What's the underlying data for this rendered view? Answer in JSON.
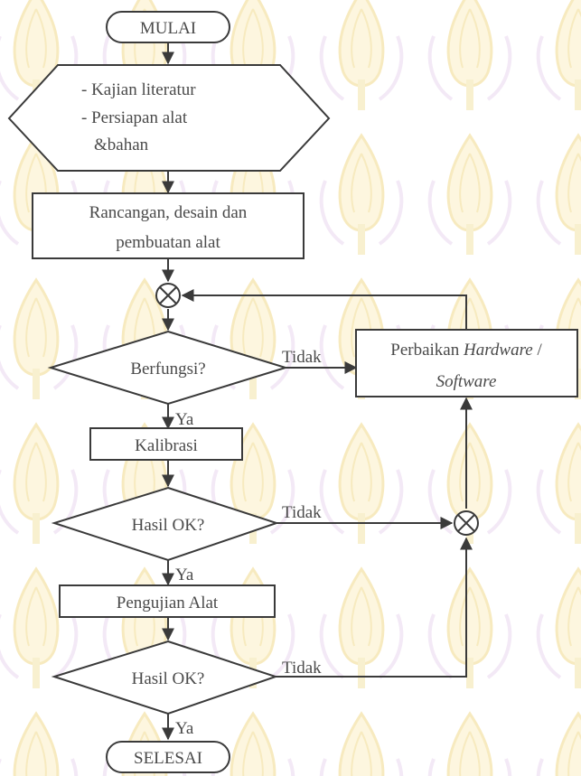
{
  "flowchart": {
    "start": "MULAI",
    "prep": {
      "line1": "- Kajian literatur",
      "line2": "- Persiapan alat",
      "line3": "&bahan"
    },
    "design": {
      "line1": "Rancangan, desain dan",
      "line2": "pembuatan alat"
    },
    "decision_function": "Berfungsi?",
    "repair": {
      "line1_prefix": "Perbaikan ",
      "line1_italic": "Hardware",
      "line1_suffix": " /",
      "line2_italic": "Software"
    },
    "calibration": "Kalibrasi",
    "decision_result_1": "Hasil OK?",
    "testing": "Pengujian Alat",
    "decision_result_2": "Hasil OK?",
    "end": "SELESAI",
    "labels": {
      "no_1": "Tidak",
      "yes_1": "Ya",
      "no_2": "Tidak",
      "yes_2": "Ya",
      "no_3": "Tidak",
      "yes_3": "Ya"
    }
  },
  "colors": {
    "background_watermark": "#f4e3a0",
    "watermark_accent": "#dfc8e6",
    "stroke": "#3a3a3a",
    "text": "#4a4a4a"
  },
  "icons": [
    "merge-junction-icon",
    "arrowhead-icon"
  ]
}
